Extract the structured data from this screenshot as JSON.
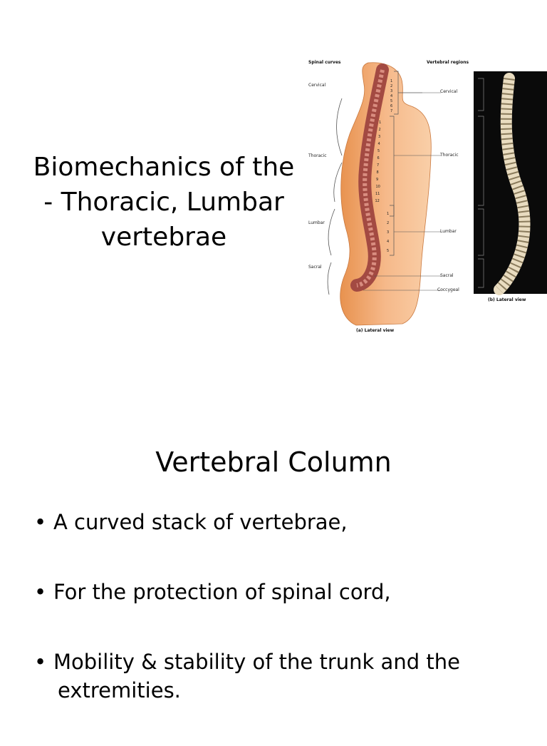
{
  "slide1": {
    "title_lines": [
      "Biomechanics of the",
      "- Thoracic, Lumbar",
      "vertebrae"
    ],
    "figure": {
      "heading_left": "Spinal curves",
      "heading_right": "Vertebral regions",
      "curves": [
        "Cervical",
        "Thoracic",
        "Lumbar",
        "Sacral"
      ],
      "regions": [
        "Cervical",
        "Thoracic",
        "Lumbar",
        "Sacral",
        "Coccygeal"
      ],
      "caption_a": "(a) Lateral view",
      "caption_b": "(b) Lateral view",
      "vertebra_numbers": [
        "1",
        "2",
        "3",
        "4",
        "5",
        "6",
        "7",
        "1",
        "2",
        "3",
        "4",
        "5",
        "6",
        "7",
        "8",
        "9",
        "10",
        "11",
        "12",
        "1",
        "2",
        "3",
        "4",
        "5"
      ]
    }
  },
  "slide2": {
    "title": "Vertebral Column",
    "bullets": [
      [
        "A curved stack of vertebrae,"
      ],
      [
        "For the protection of spinal cord,"
      ],
      [
        "Mobility & stability of the trunk and the",
        "extremities."
      ]
    ]
  },
  "colors": {
    "skin": "#f2a872",
    "bone": "#b5574e",
    "photo_bg": "#0a0a0a",
    "photo_bone": "#e9dcc0"
  }
}
